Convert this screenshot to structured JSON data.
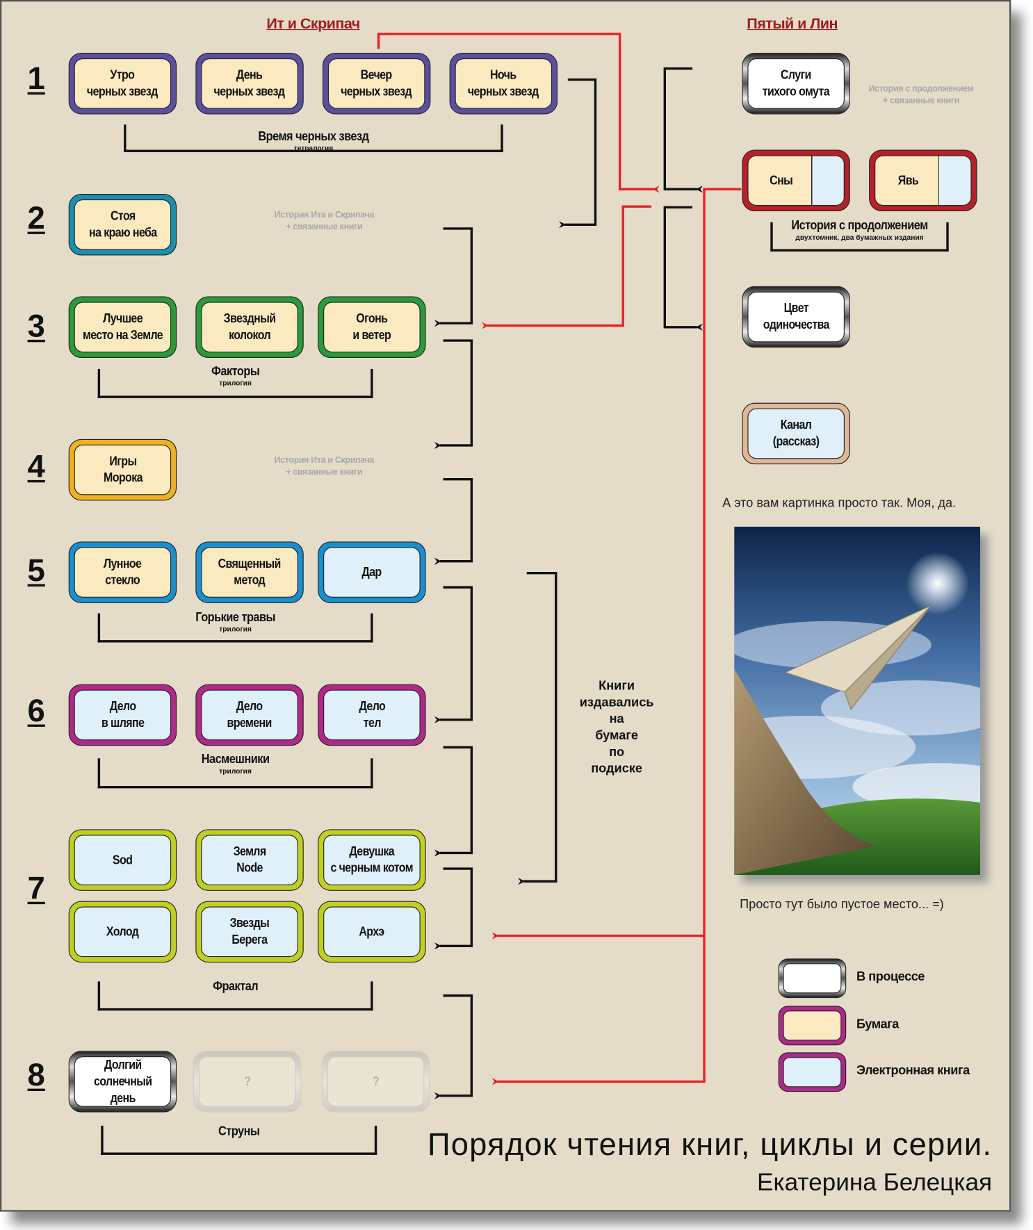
{
  "colors": {
    "background": "#e4dcc8",
    "paper_fill": "#fbe9c0",
    "ebook_fill": "#dff0fa",
    "in_progress_fill": "#ffffff",
    "arrow_black": "#111111",
    "arrow_red": "#e52228",
    "heading_red": "#a01c22"
  },
  "left": {
    "heading": "Ит и Скрипач",
    "rows": [
      {
        "num": "1",
        "border": "#5b4fa0",
        "books": [
          {
            "title": "Утро\nчерных звезд",
            "type": "paper"
          },
          {
            "title": "День\nчерных звезд",
            "type": "paper"
          },
          {
            "title": "Вечер\nчерных звезд",
            "type": "paper"
          },
          {
            "title": "Ночь\nчерных звезд",
            "type": "paper"
          }
        ],
        "series": {
          "name": "Время черных звезд",
          "sub": "тетралогия"
        }
      },
      {
        "num": "2",
        "border": "#1a8fb0",
        "books": [
          {
            "title": "Стоя\nна краю неба",
            "type": "paper"
          }
        ],
        "note": "История Ита и Скрипача\n+ связанные книги"
      },
      {
        "num": "3",
        "border": "#2a9a3a",
        "books": [
          {
            "title": "Лучшее\nместо на Земле",
            "type": "paper"
          },
          {
            "title": "Звездный\nколокол",
            "type": "paper"
          },
          {
            "title": "Огонь\nи ветер",
            "type": "paper"
          }
        ],
        "series": {
          "name": "Факторы",
          "sub": "трилогия"
        }
      },
      {
        "num": "4",
        "border": "#f0b020",
        "books": [
          {
            "title": "Игры\nМорока",
            "type": "paper"
          }
        ],
        "note": "История Ита и Скрипача\n+ связанные книги"
      },
      {
        "num": "5",
        "border": "#1a8fd0",
        "books": [
          {
            "title": "Лунное\nстекло",
            "type": "paper"
          },
          {
            "title": "Священный\nметод",
            "type": "paper"
          },
          {
            "title": "Дар",
            "type": "ebook"
          }
        ],
        "series": {
          "name": "Горькие травы",
          "sub": "трилогия"
        }
      },
      {
        "num": "6",
        "border": "#b0288a",
        "books": [
          {
            "title": "Дело\nв шляпе",
            "type": "ebook"
          },
          {
            "title": "Дело\nвремени",
            "type": "ebook"
          },
          {
            "title": "Дело\nтел",
            "type": "ebook"
          }
        ],
        "series": {
          "name": "Насмешники",
          "sub": "трилогия"
        }
      },
      {
        "num": "7",
        "border": "#c0d020",
        "books": [
          {
            "title": "Sod",
            "type": "ebook"
          },
          {
            "title": "Земля\nNode",
            "type": "ebook"
          },
          {
            "title": "Девушка\nс черным котом",
            "type": "ebook"
          },
          {
            "title": "Холод",
            "type": "ebook"
          },
          {
            "title": "Звезды\nБерега",
            "type": "ebook"
          },
          {
            "title": "Архэ",
            "type": "ebook"
          }
        ],
        "series": {
          "name": "Фрактал",
          "sub": ""
        }
      },
      {
        "num": "8",
        "border": "chrome",
        "books": [
          {
            "title": "Долгий\nсолнечный\nдень",
            "type": "in_progress"
          },
          {
            "title": "?",
            "type": "unknown"
          },
          {
            "title": "?",
            "type": "unknown"
          }
        ],
        "series": {
          "name": "Струны",
          "sub": ""
        }
      }
    ],
    "paper_subscription_note": "Книги\nиздавались\nна\nбумаге\nпо\nподиске"
  },
  "right": {
    "heading": "Пятый и Лин",
    "books": [
      {
        "title": "Слуги\nтихого омута",
        "type": "in_progress",
        "border": "chrome"
      },
      {
        "title": "Сны",
        "type": "split",
        "border": "#b82028"
      },
      {
        "title": "Явь",
        "type": "split",
        "border": "#b82028"
      },
      {
        "title": "Цвет\nодиночества",
        "type": "in_progress",
        "border": "chrome"
      },
      {
        "title": "Канал\n(рассказ)",
        "type": "ebook",
        "border": "#e0b898"
      }
    ],
    "note": "История с продолжением\n+ связанные книги",
    "series": {
      "name": "История с продолжением",
      "sub": "двухтомник, два бумажных издания"
    },
    "picture_caption": "А это вам картинка просто так. Моя, да.",
    "picture_subcaption": "Просто тут было пустое место... =)"
  },
  "legend": [
    {
      "label": "В процессе",
      "type": "in_progress"
    },
    {
      "label": "Бумага",
      "type": "paper"
    },
    {
      "label": "Электронная книга",
      "type": "ebook"
    }
  ],
  "footer": {
    "title": "Порядок чтения книг, циклы и серии.",
    "author": "Екатерина Белецкая"
  }
}
